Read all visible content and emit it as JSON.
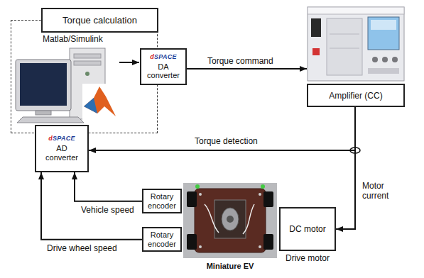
{
  "diagram": {
    "nodes": [
      {
        "text": [
          "Matlab/Simulink"
        ]
      },
      {
        "text": [
          "Torque calculation"
        ],
        "in": 0
      },
      {
        "text": [
          "dSPACE",
          "DA converter"
        ]
      },
      {
        "text": [
          "dSPACE",
          "AD converter"
        ],
        "in": 0
      },
      {
        "text": [
          "Amplifier (CC)"
        ]
      },
      {
        "text": [
          "Rotary encoder"
        ]
      },
      {
        "text": [
          "Rotary encoder"
        ]
      },
      {
        "text": [
          "Miniature EV"
        ]
      },
      {
        "text": [
          "DC motor",
          "Drive motor"
        ]
      }
    ],
    "edges": [
      {
        "from": 2,
        "to": 4,
        "arrow": "to",
        "label": "Torque command"
      },
      {
        "from": 4,
        "to": 3,
        "arrow": "to",
        "label": "Torque detection"
      },
      {
        "from": 4,
        "to": 8,
        "arrow": "to",
        "label": "Motor current"
      },
      {
        "from": 5,
        "to": 3,
        "arrow": "to",
        "label": "Vehicle speed"
      },
      {
        "from": 6,
        "to": 3,
        "arrow": "to",
        "label": "Drive wheel speed"
      }
    ]
  }
}
